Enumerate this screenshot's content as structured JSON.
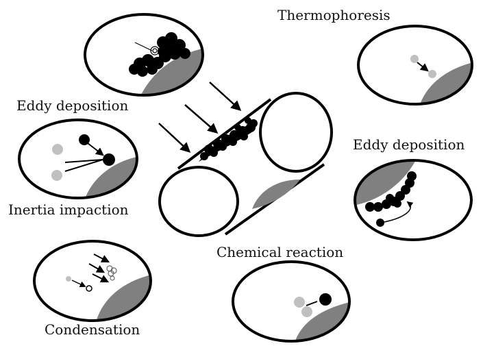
{
  "labels": {
    "thermophoresis": "Thermophoresis",
    "eddy_deposition_left": "Eddy deposition",
    "eddy_deposition_right": "Eddy deposition",
    "inertia_impaction": "Inertia impaction",
    "chemical_reaction": "Chemical reaction",
    "condensation": "Condensation"
  },
  "colors": {
    "outline": "#000000",
    "deposit": "#808080",
    "light_particle": "#c0c0c0",
    "dark_particle": "#000000",
    "background": "#ffffff"
  }
}
